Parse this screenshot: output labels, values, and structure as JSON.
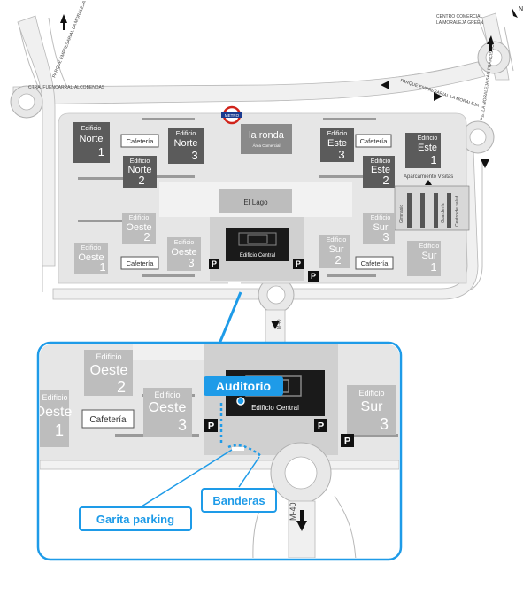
{
  "roads": {
    "fuencarral": "CTRA. FUENCARRAL-ALCOBENDAS",
    "parque_left": "PARQUE EMPRESARIAL LA MORALEJA",
    "parque_top": "PARQUE EMPRESARIAL LA MORALEJA",
    "pe_moraleja": "P.E. LA MORALEJA SAN FRANCISCO",
    "centro_comercial_1": "CENTRO COMERCIAL",
    "centro_comercial_2": "LA MORALEJA GREEN",
    "m40": "M-40"
  },
  "buildings": {
    "norte1": {
      "small": "Edificio",
      "big": "Norte",
      "num": "1"
    },
    "norte2": {
      "small": "Edificio",
      "big": "Norte",
      "num": "2"
    },
    "norte3": {
      "small": "Edificio",
      "big": "Norte",
      "num": "3"
    },
    "oeste1": {
      "small": "Edificio",
      "big": "Oeste",
      "num": "1"
    },
    "oeste2": {
      "small": "Edificio",
      "big": "Oeste",
      "num": "2"
    },
    "oeste3": {
      "small": "Edificio",
      "big": "Oeste",
      "num": "3"
    },
    "este1": {
      "small": "Edificio",
      "big": "Este",
      "num": "1"
    },
    "este2": {
      "small": "Edificio",
      "big": "Este",
      "num": "2"
    },
    "este3": {
      "small": "Edificio",
      "big": "Este",
      "num": "3"
    },
    "sur1": {
      "small": "Edificio",
      "big": "Sur",
      "num": "1"
    },
    "sur2": {
      "small": "Edificio",
      "big": "Sur",
      "num": "2"
    },
    "sur3": {
      "small": "Edificio",
      "big": "Sur",
      "num": "3"
    },
    "laronda": {
      "big": "la ronda",
      "small": "Área Comercial"
    },
    "ellago": "El Lago",
    "central": "Edificio Central",
    "gimnasio": "Gimnasio",
    "guarderia": "Guardería",
    "centro_salud": "Centro de salud",
    "aparcamiento": "Aparcamiento Visitas"
  },
  "cafeteria": "Cafetería",
  "parking": "P",
  "metro": "METRO",
  "callouts": {
    "auditorio": "Auditorio",
    "banderas": "Banderas",
    "garita": "Garita parking"
  },
  "colors": {
    "accent": "#1e9be8",
    "road": "#f2f2f2",
    "campus": "#e6e6e6",
    "dark_building": "#5b5b5b",
    "medium_building": "#8a8a8a",
    "light_building": "#bdbdbd"
  },
  "icons": [
    "north-arrow-icon",
    "metro-icon",
    "parking-icon",
    "road-direction-arrow-icon"
  ]
}
